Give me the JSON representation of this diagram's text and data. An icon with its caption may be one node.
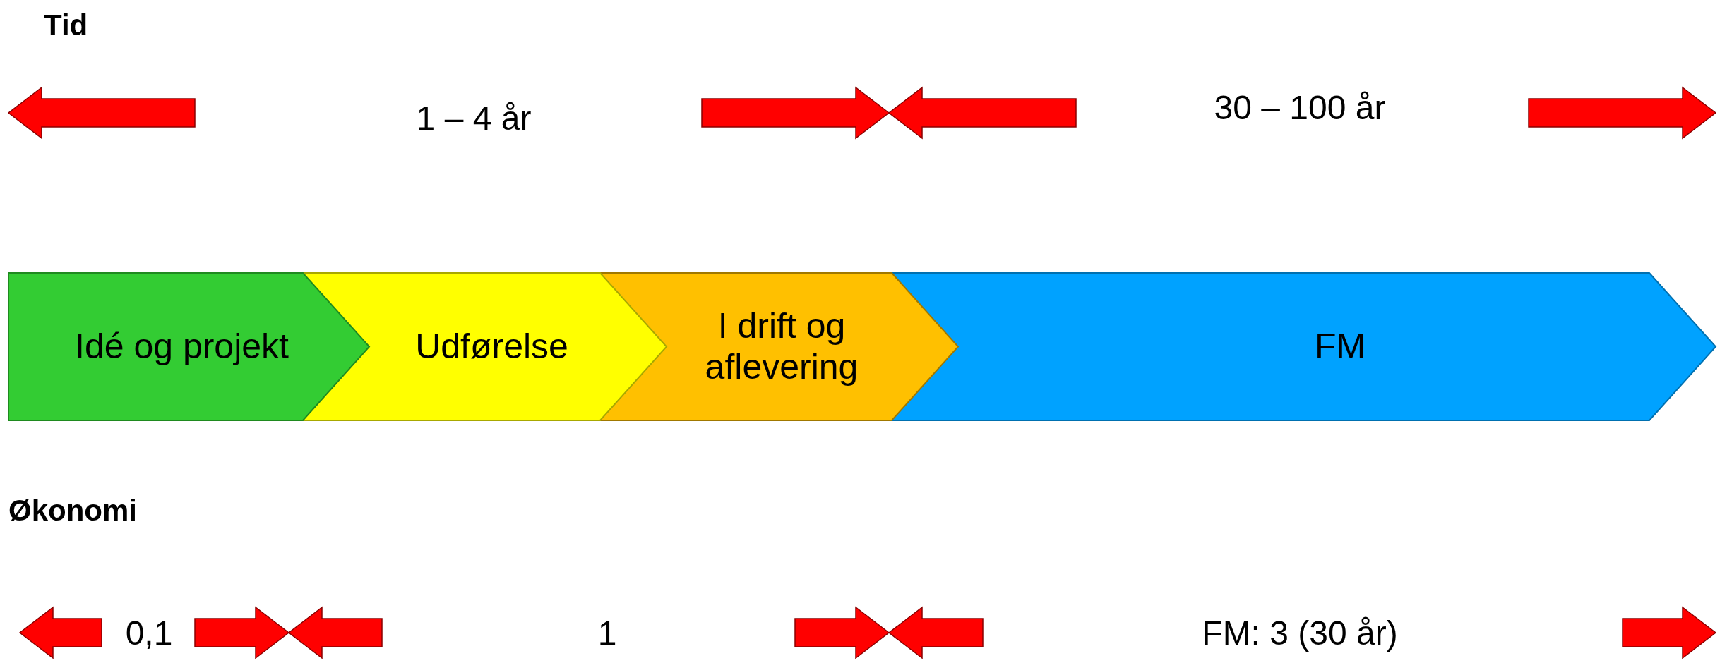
{
  "diagram": {
    "nodes": [
      {
        "text": [
          "Idé og projekt"
        ]
      },
      {
        "text": [
          "Udførelse"
        ]
      },
      {
        "text": [
          "I drift og aflevering"
        ]
      },
      {
        "text": [
          "FM"
        ]
      }
    ],
    "labels": [
      "Tid",
      "1 – 4 år",
      "30 – 100 år",
      "Økonomi",
      "0,1",
      "1",
      "FM: 3 (30 år)"
    ]
  }
}
